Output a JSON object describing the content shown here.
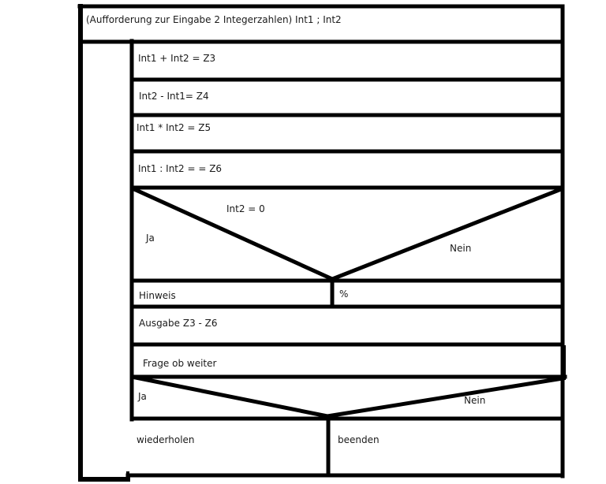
{
  "diagram": {
    "type": "struktogramm",
    "title": "Nassi-Shneiderman diagram (calculator loop)",
    "colors": {
      "line": "#000000",
      "background": "#ffffff",
      "text": "#1a1a1a"
    },
    "loop": {
      "header": "(Aufforderung zur Eingabe 2 Integerzahlen) Int1 ; Int2"
    },
    "steps": [
      {
        "text": "Int1 + Int2 = Z3"
      },
      {
        "text": "Int2 - Int1= Z4"
      },
      {
        "text": "Int1 * Int2 = Z5"
      },
      {
        "text": "Int1 : Int2 = = Z6"
      }
    ],
    "decision1": {
      "condition": "Int2 = 0",
      "yes_label": "Ja",
      "no_label": "Nein",
      "yes_branch": "Hinweis",
      "no_branch": "%"
    },
    "output": {
      "text": "Ausgabe Z3 - Z6"
    },
    "prompt": {
      "text": "Frage ob weiter"
    },
    "decision2": {
      "yes_label": "Ja",
      "no_label": "Nein",
      "yes_branch": "wiederholen",
      "no_branch": "beenden"
    }
  }
}
